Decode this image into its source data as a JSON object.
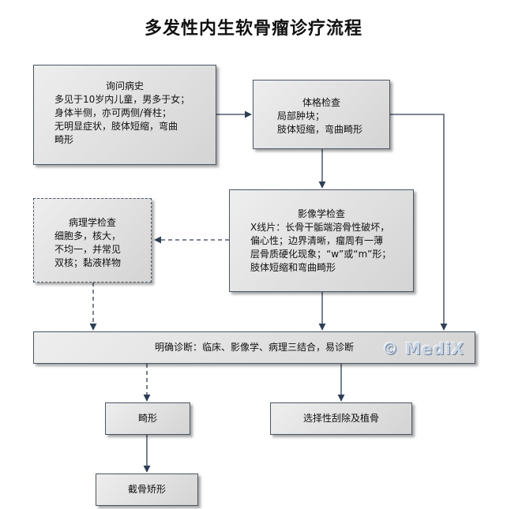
{
  "title": "多发性内生软骨瘤诊疗流程",
  "nodes": {
    "history": {
      "title": "询问病史",
      "lines": [
        "多见于10岁内儿童，男多于女；",
        "身体半侧，亦可两侧/脊柱；",
        "无明显症状，肢体短缩，弯曲",
        "畸形"
      ]
    },
    "physical": {
      "title": "体格检查",
      "lines": [
        "局部肿块；",
        "肢体短缩，弯曲畸形"
      ]
    },
    "imaging": {
      "title": "影像学检查",
      "lines": [
        "X线片：长骨干骺端溶骨性破坏，",
        "偏心性；边界清晰，瘤周有一薄",
        "层骨质硬化现象；“w”或“m”形；",
        "肢体短缩和弯曲畸形"
      ]
    },
    "pathology": {
      "title": "病理学检查",
      "lines": [
        "细胞多，核大，",
        "不均一，并常见",
        "双核；黏液样物"
      ]
    },
    "diagnosis": {
      "text": "明确诊断：临床、影像学、病理三结合，易诊断"
    },
    "deformity": {
      "text": "畸形"
    },
    "osteotomy": {
      "text": "截骨矫形"
    },
    "curettage": {
      "text": "选择性刮除及植骨"
    }
  },
  "watermark": "© MediX",
  "colors": {
    "line": "#2f3f55",
    "border": "#4a5563"
  }
}
